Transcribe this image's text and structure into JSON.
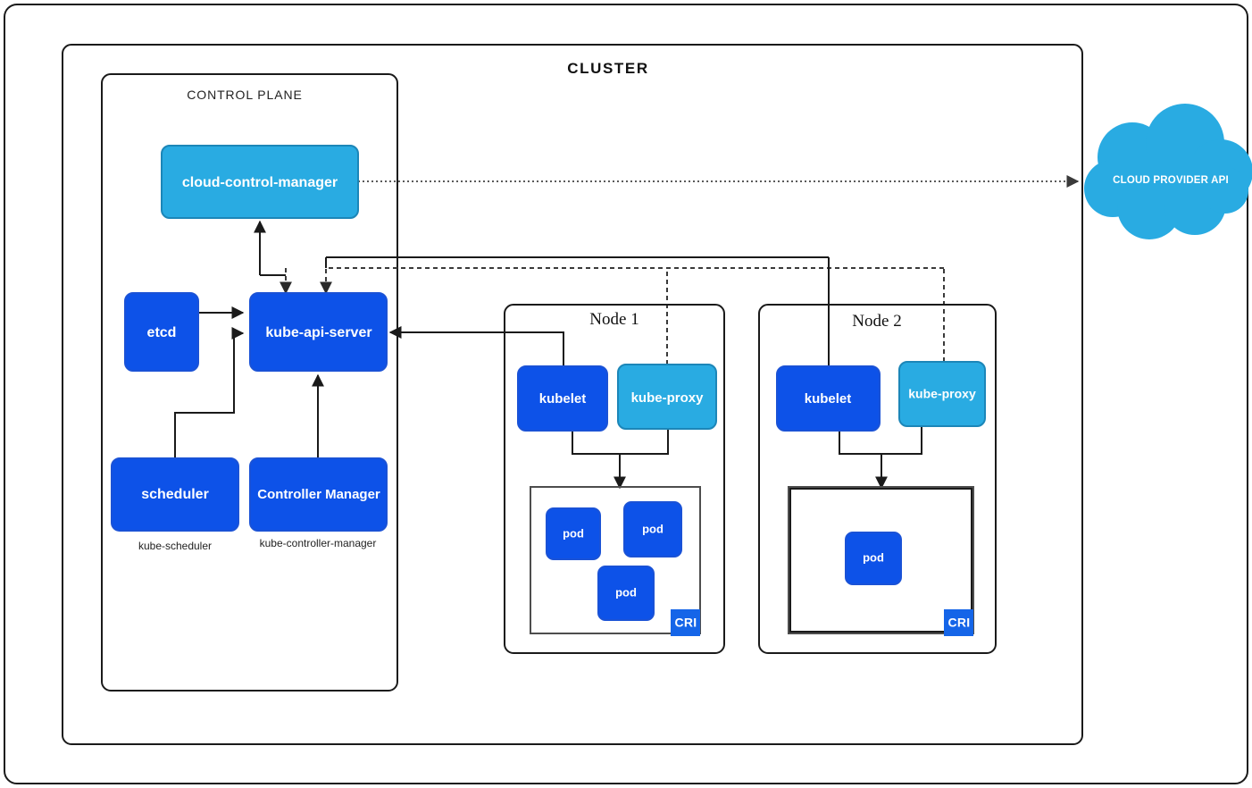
{
  "diagram": {
    "outer_frame_name": "page-frame",
    "cluster": {
      "title": "CLUSTER",
      "control_plane": {
        "title": "CONTROL PLANE",
        "components": [
          {
            "id": "cloud-control-manager",
            "label": "cloud-control-manager",
            "color": "#29abe2",
            "caption": ""
          },
          {
            "id": "etcd",
            "label": "etcd",
            "color": "#0d52e8",
            "caption": ""
          },
          {
            "id": "kube-api-server",
            "label": "kube-api-server",
            "color": "#0d52e8",
            "caption": ""
          },
          {
            "id": "scheduler",
            "label": "scheduler",
            "color": "#0d52e8",
            "caption": "kube-scheduler"
          },
          {
            "id": "controller-manager",
            "label": "Controller Manager",
            "color": "#0d52e8",
            "caption": "kube-controller-manager"
          }
        ]
      },
      "nodes": [
        {
          "id": "node-1",
          "title": "Node 1",
          "kubelet_label": "kubelet",
          "kube_proxy_label": "kube-proxy",
          "cri_label": "CRI",
          "pods": [
            {
              "label": "pod"
            },
            {
              "label": "pod"
            },
            {
              "label": "pod"
            }
          ]
        },
        {
          "id": "node-2",
          "title": "Node 2",
          "kubelet_label": "kubelet",
          "kube_proxy_label": "kube-proxy",
          "cri_label": "CRI",
          "pods": [
            {
              "label": "pod"
            }
          ]
        }
      ]
    },
    "cloud_provider": {
      "label": "CLOUD PROVIDER API",
      "color": "#29abe2"
    },
    "colors": {
      "dark_blue": "#0d52e8",
      "light_blue": "#29abe2",
      "cri_blue": "#1565e8",
      "stroke": "#1a1a1a",
      "background": "#ffffff"
    }
  }
}
